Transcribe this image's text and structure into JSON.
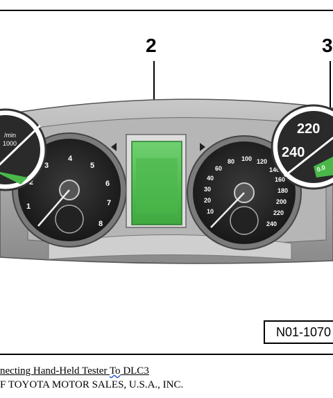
{
  "figure": {
    "callout_2": "2",
    "callout_3": "3",
    "figure_id": "N01-1070",
    "left_gauge_numbers": [
      "1",
      "2",
      "3",
      "4",
      "5",
      "6",
      "7",
      "8"
    ],
    "left_inset_text": [
      "/min",
      "1000"
    ],
    "right_gauge_numbers": [
      "10",
      "20",
      "30",
      "40",
      "60",
      "80",
      "100",
      "120",
      "140",
      "160",
      "180",
      "200",
      "220",
      "240"
    ],
    "right_inset_numbers": [
      "220",
      "240"
    ],
    "right_inset_odometer": "0.0",
    "colors": {
      "display_green": "#49b849",
      "cluster_gray": "#9a9a9a",
      "gauge_face": "#2b2b2b"
    }
  },
  "caption": {
    "line1_pre": "necting Hand-Held Tester ",
    "line1_to": "To",
    "line1_post": " DLC3",
    "line2": "F TOYOTA MOTOR SALES, U.S.A., INC."
  }
}
